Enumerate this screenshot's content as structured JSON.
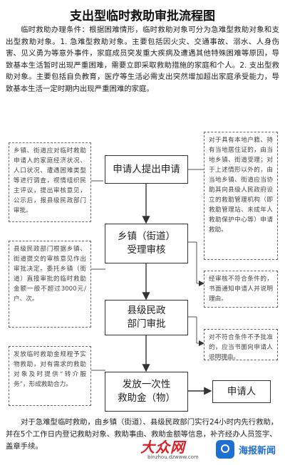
{
  "title": "支出型临时救助审批流程图",
  "intro": "临时救助办理条件：根据困难情形，临时救助对象可分为急难型救助对象和支出型救助对象。1. 急难型救助对象。主要包括因火灾、交通事故、溺水、人身伤害、见义勇为等意外事件，家庭成员突发重大疾病及遭遇其他特殊困难等原因，导致基本生活暂时出现严重困难，需要立即采取救助措施的家庭和个人。2. 支出型救助对象。主要包括自负教育，医疗等生活必需支出突然增加超出家庭承受能力，导致基本生活一定时期内出现严重困难的家庭。",
  "steps": {
    "apply": "申请人提出申请",
    "town_line1": "乡镇（街道）",
    "town_line2": "受理审核",
    "county_line1": "县级民政",
    "county_line2": "部门审批",
    "grant_line1": "发放一次性",
    "grant_line2": "救助金（物）",
    "recipient": "申请人"
  },
  "notes": {
    "left1": "乡镇、街道应对临时救助申请人的家庭经济状况、人口状况、遭遇困难类型等进行调查，视情组织民主评议，提出审核意见，公示后，报县级民政部门审批。",
    "right1": "对于具有本地户籍、持有当地居住证的，由当地乡镇、街道受理；对于上述情形以外的，由当地乡镇、街道应当协助其向县级人民政府设立的救助管理机构（即救助管理站、未成年人救助保护中心等）申请救助。",
    "left2": "县级民政部门根据乡镇、街道提交的审核意见作出审批决定。委托乡镇（街道）直接审批的临时救助金额一般不超过3000元/户、次。",
    "right2": "经审核不符合条件的，书面通知申请人并说明理由。",
    "right3": "对不符合条件不予批准的，应当书面向申请人说明理由。",
    "left3": "发放临时救助金规程予实物救助，对有需求的救助对象及时提供“转介服务”，形成救助合力。"
  },
  "footer": "对于急难型临时救助，由乡镇（街道）、县级民政部门实行24小时内先行救助，并在5个工作日内登记救助对象、救助事由、救助金额等信息，补齐经办人员签字、盖章手续。",
  "watermark": {
    "logo": "大众网",
    "url": "binzhou.dzwww.com",
    "app": "海报新闻"
  }
}
